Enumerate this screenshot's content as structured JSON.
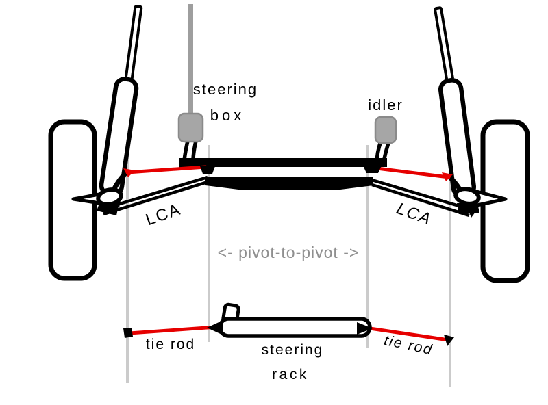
{
  "diagram": {
    "type": "front-suspension-steering-schematic",
    "labels": {
      "steering_box_line1": "steering",
      "steering_box_line2": "box",
      "idler": "idler",
      "lca_left": "LCA",
      "lca_right": "LCA",
      "pivot_annotation": "<- pivot-to-pivot ->",
      "tie_rod_left": "tie rod",
      "tie_rod_right": "tie rod",
      "rack_line1": "steering",
      "rack_line2": "rack"
    },
    "colors": {
      "outline_black": "#000000",
      "tie_rod_red": "#e60000",
      "component_gray_fill": "#a6a6a6",
      "component_gray_border": "#8a8a8a",
      "shaft_gray": "#9e9e9e",
      "pivot_line_gray": "#cbcbcb",
      "annotation_gray": "#8f8f8f",
      "background": "#ffffff"
    },
    "components": [
      "left-wheel",
      "right-wheel",
      "left-strut",
      "right-strut",
      "steering-box",
      "idler-arm",
      "center-link",
      "crossmember",
      "lower-control-arm-left",
      "lower-control-arm-right",
      "tie-rod-left",
      "tie-rod-right",
      "steering-rack",
      "pivot-reference-lines"
    ]
  }
}
